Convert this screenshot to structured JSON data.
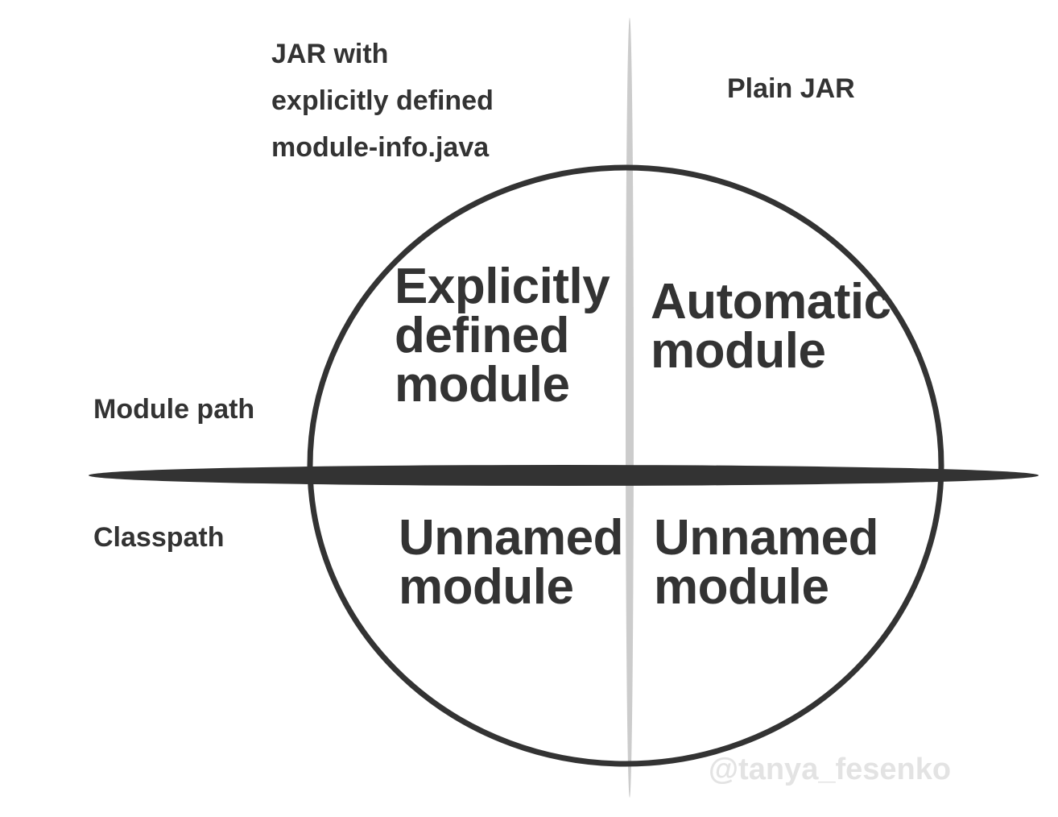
{
  "diagram": {
    "top_labels": {
      "left": {
        "line1": "JAR with",
        "line2": "explicitly defined",
        "line3": "module-info.java"
      },
      "right": "Plain JAR"
    },
    "path_labels": {
      "top": "Module path",
      "bottom": "Classpath"
    },
    "quadrants": {
      "top_left": {
        "line1": "Explicitly",
        "line2": "defined",
        "line3": "module"
      },
      "top_right": {
        "line1": "Automatic",
        "line2": "module"
      },
      "bottom_left": {
        "line1": "Unnamed",
        "line2": "module"
      },
      "bottom_right": {
        "line1": "Unnamed",
        "line2": "module"
      }
    },
    "watermark": "@tanya_fesenko",
    "colors": {
      "ink": "#333333",
      "vertical_divider": "#cccccc",
      "watermark": "#e3e3e3",
      "background": "#ffffff"
    }
  }
}
